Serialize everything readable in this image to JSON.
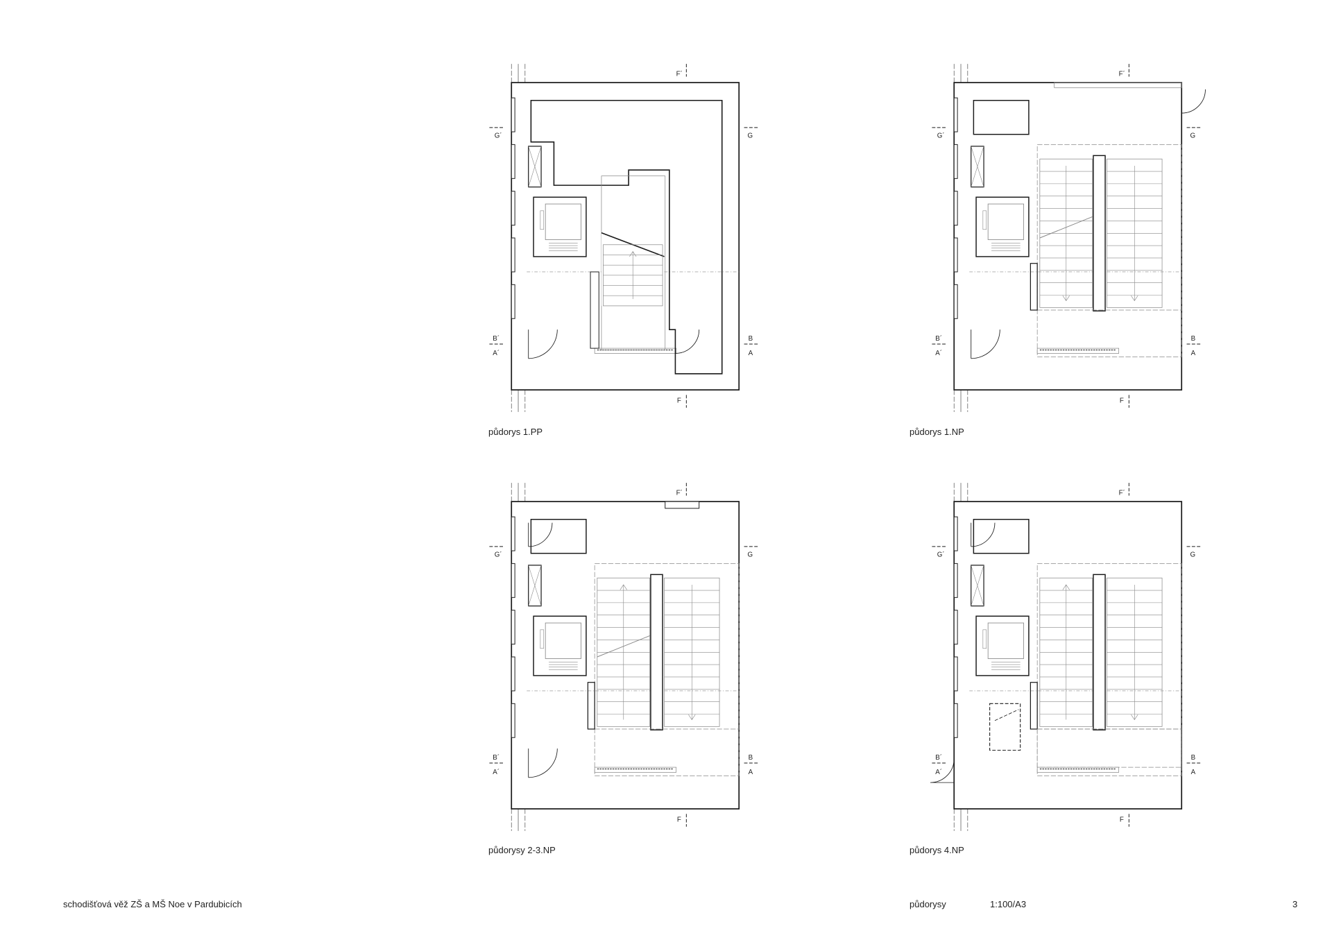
{
  "plans": [
    {
      "id": "pp1",
      "variant": "pp",
      "title": "půdorys 1.PP"
    },
    {
      "id": "np1",
      "variant": "np1",
      "title": "půdorys 1.NP"
    },
    {
      "id": "np23",
      "variant": "np23",
      "title": "půdorysy 2-3.NP"
    },
    {
      "id": "np4",
      "variant": "np4",
      "title": "půdorys 4.NP"
    }
  ],
  "section_marks": {
    "f_top": "F´",
    "f_bottom": "F",
    "g_left": "G´",
    "g_right": "G",
    "b_left": "B´",
    "a_left": "A´",
    "b_right": "B",
    "a_right": "A"
  },
  "footer": {
    "project": "schodišťová věž ZŠ a MŠ Noe v Pardubicích",
    "sheet": "půdorysy",
    "scale": "1:100/A3",
    "page": "3"
  },
  "colors": {
    "line": "#1a1a1a",
    "thin": "#888888"
  }
}
